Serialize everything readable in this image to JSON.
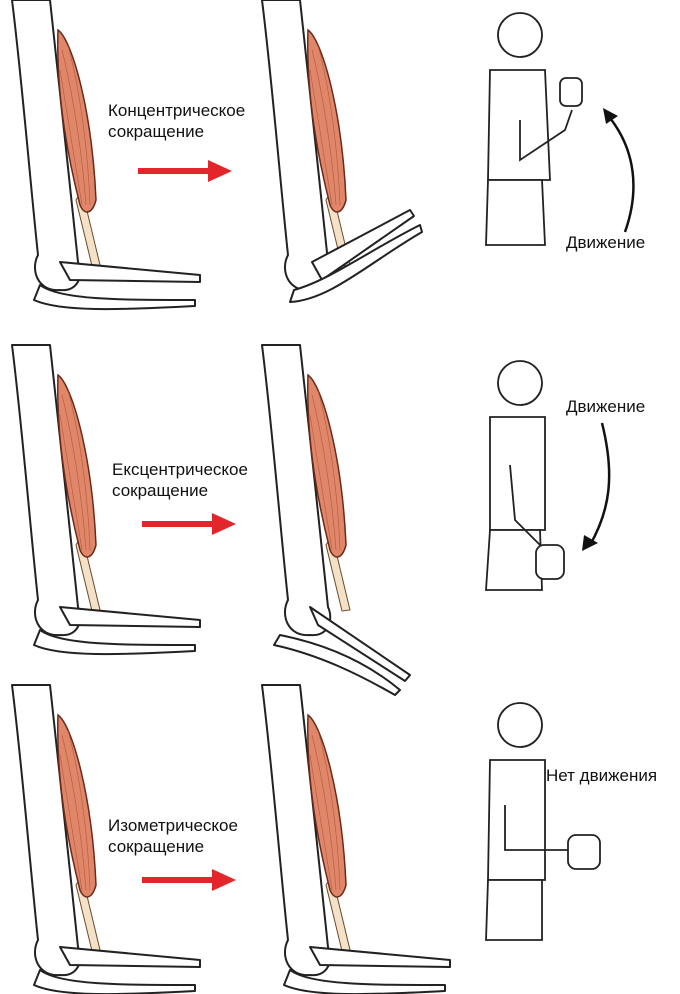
{
  "rows": [
    {
      "type_label": "Концентрическое\nсокращение",
      "line1": "Концентрическое",
      "line2": "сокращение",
      "movement": "Движение"
    },
    {
      "type_label": "Ексцентрическое\nсокращение",
      "line1": "Ексцентрическое",
      "line2": "сокращение",
      "movement": "Движение"
    },
    {
      "type_label": "Изометрическое\nсокращение",
      "line1": "Изометрическое",
      "line2": "сокращение",
      "movement": "Нет движения"
    }
  ],
  "colors": {
    "arrow": "#e3262b",
    "muscle": "#e0876a",
    "text": "#111111"
  }
}
